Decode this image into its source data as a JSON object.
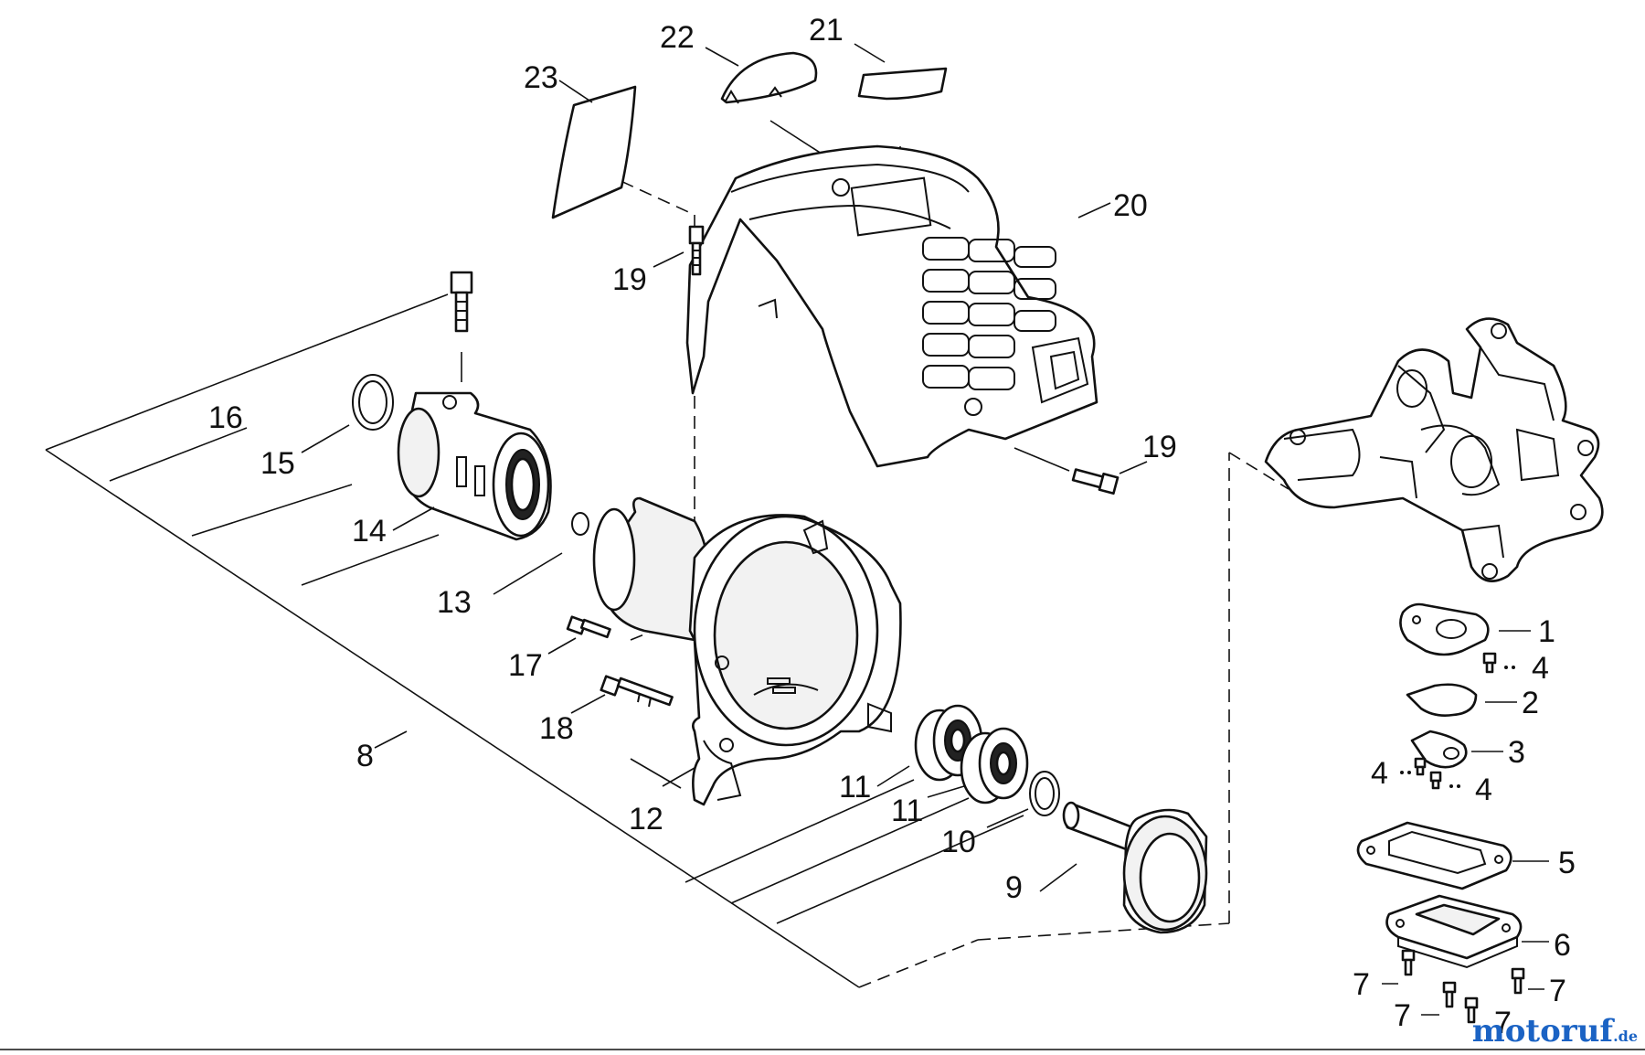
{
  "callouts": {
    "c1": "1",
    "c2": "2",
    "c3": "3",
    "c4a": "4",
    "c4b": "4",
    "c4c": "4",
    "c5": "5",
    "c6": "6",
    "c7a": "7",
    "c7b": "7",
    "c7c": "7",
    "c7d": "7",
    "c8": "8",
    "c9": "9",
    "c10": "10",
    "c11a": "11",
    "c11b": "11",
    "c12": "12",
    "c13": "13",
    "c14": "14",
    "c15": "15",
    "c16": "16",
    "c17": "17",
    "c18": "18",
    "c19a": "19",
    "c19b": "19",
    "c20": "20",
    "c21": "21",
    "c22": "22",
    "c23": "23"
  },
  "watermark": {
    "main": "motoruf",
    "suffix": ".de"
  }
}
